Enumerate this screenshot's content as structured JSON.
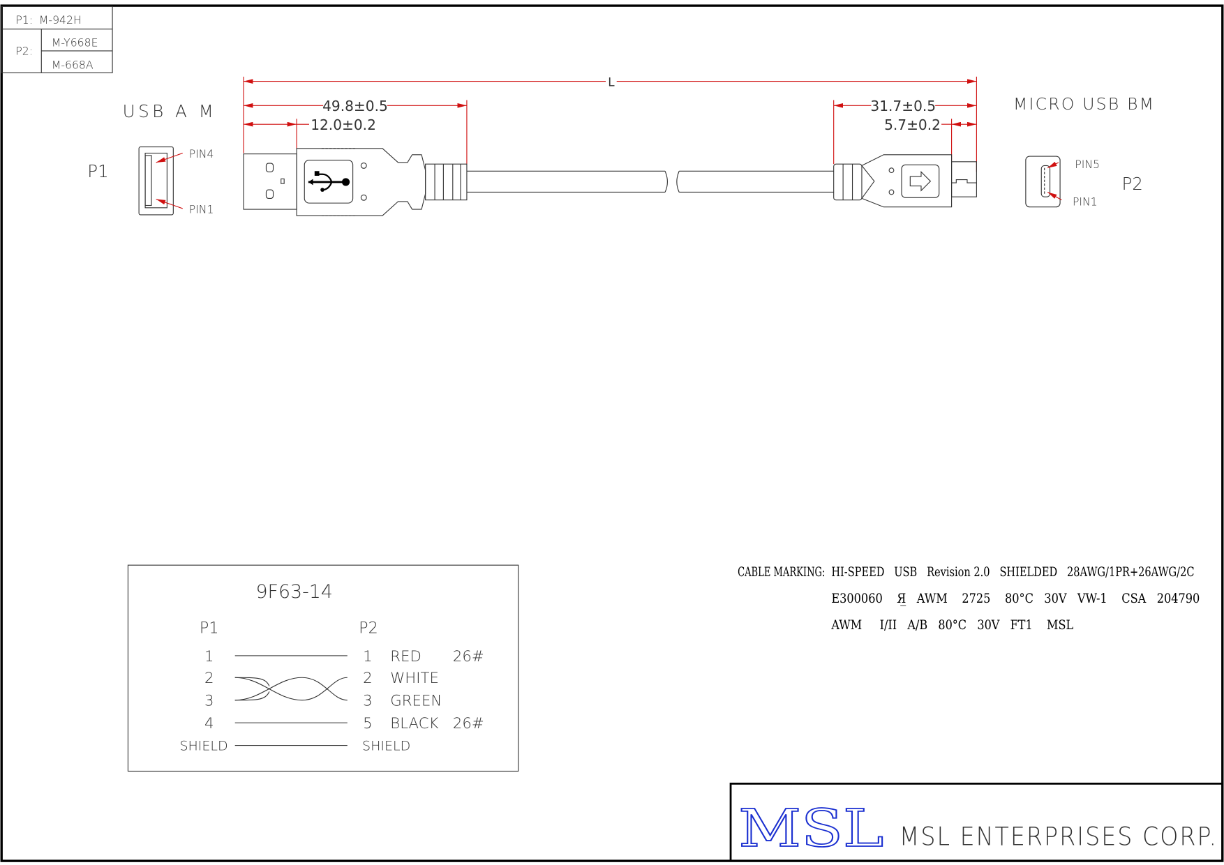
{
  "part_table": {
    "p1_label": "P1:",
    "p1_part": "M-942H",
    "p2_label": "P2:",
    "p2_parts": [
      "M-Y668E",
      "M-668A"
    ]
  },
  "connectors": {
    "left_title": "USB A M",
    "left_tag": "P1",
    "left_pin_top": "PIN4",
    "left_pin_bottom": "PIN1",
    "right_title": "MICRO USB BM",
    "right_tag": "P2",
    "right_pin_top": "PIN5",
    "right_pin_bottom": "PIN1"
  },
  "dimensions": {
    "overall": "L",
    "left_overmold": "49.8±0.5",
    "left_plug": "12.0±0.2",
    "right_overmold": "31.7±0.5",
    "right_plug": "5.7±0.2"
  },
  "wiring": {
    "title": "9F63-14",
    "p1_header": "P1",
    "p2_header": "P2",
    "rows": [
      {
        "p1": "1",
        "p2": "1",
        "color": "RED",
        "gauge": "26#"
      },
      {
        "p1": "2",
        "p2": "2",
        "color": "WHITE",
        "gauge": ""
      },
      {
        "p1": "3",
        "p2": "3",
        "color": "GREEN",
        "gauge": ""
      },
      {
        "p1": "4",
        "p2": "5",
        "color": "BLACK",
        "gauge": "26#"
      },
      {
        "p1": "SHIELD",
        "p2": "SHIELD",
        "color": "",
        "gauge": ""
      }
    ]
  },
  "cable_marking": {
    "label": "CABLE MARKING:",
    "lines": [
      "HI-SPEED   USB   Revision 2.0   SHIELDED   28AWG/1PR+26AWG/2C",
      "E300060    Я̲   AWM    2725    80°C   30V   VW-1    CSA   204790",
      "AWM     I/II   A/B   80°C   30V   FT1    MSL"
    ]
  },
  "title_block": {
    "logo": "MSL",
    "company": "MSL ENTERPRISES CORP.",
    "logo_color": "#1a2fd0"
  }
}
